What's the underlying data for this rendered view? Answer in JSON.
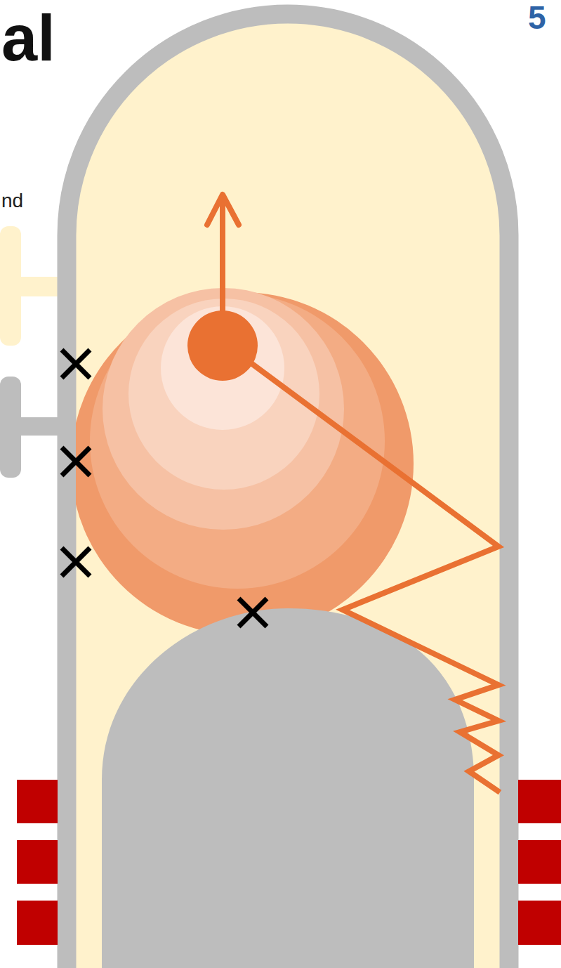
{
  "diagram": {
    "title": "al",
    "labels": [
      "nd",
      "5"
    ]
  }
}
